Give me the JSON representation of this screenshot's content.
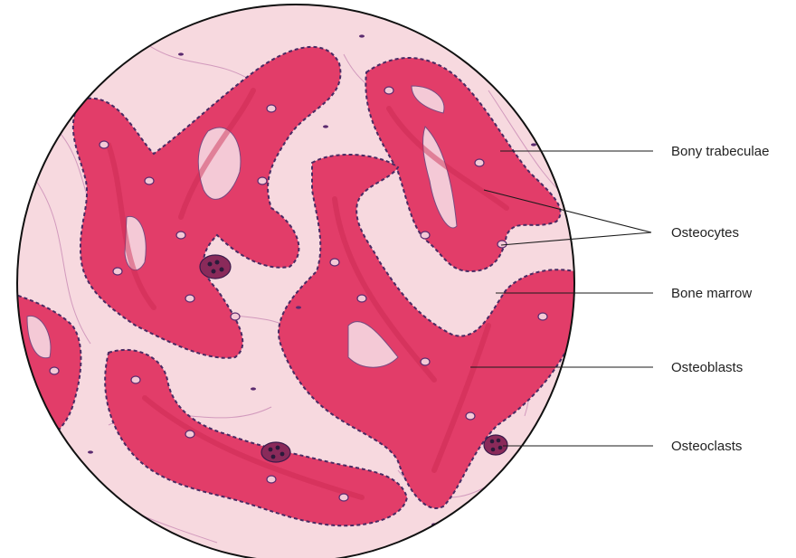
{
  "colors": {
    "background": "#ffffff",
    "tissue_background": "#f7d9df",
    "trabecula_fill": "#e23d69",
    "trabecula_shade": "#c9284f",
    "cell_nucleus": "#5a2a6e",
    "lacuna": "#f4c9d6",
    "outline": "#1a1a1a"
  },
  "labels": {
    "bony_trabeculae": "Bony trabeculae",
    "osteocytes": "Osteocytes",
    "bone_marrow": "Bone marrow",
    "osteoblasts": "Osteoblasts",
    "osteoclasts": "Osteoclasts"
  }
}
